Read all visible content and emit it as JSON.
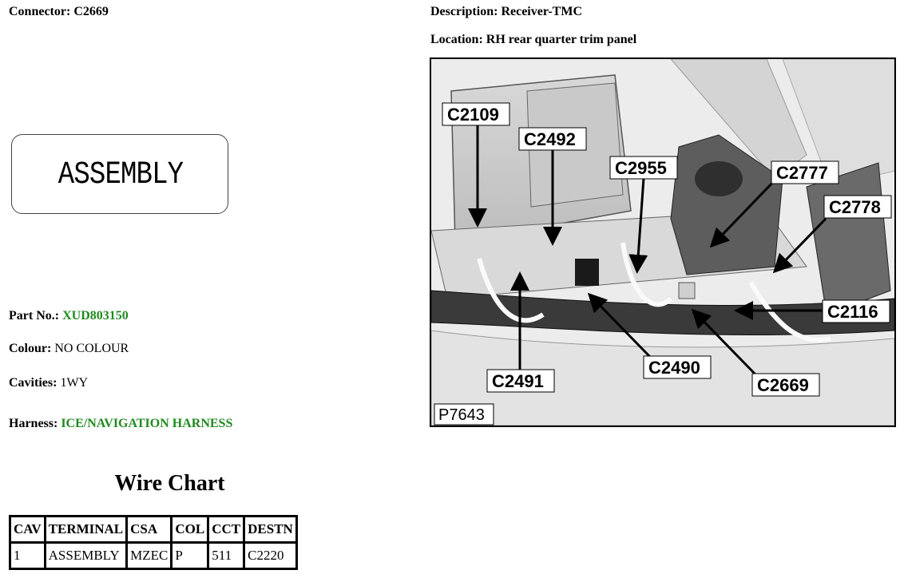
{
  "header": {
    "connector_label": "Connector:",
    "connector_value": "C2669",
    "description_label": "Description:",
    "description_value": "Receiver-TMC",
    "location_label": "Location:",
    "location_value": "RH rear quarter trim panel"
  },
  "assembly_box": {
    "text": "ASSEMBLY"
  },
  "details": {
    "part_label": "Part No.:",
    "part_value": "XUD803150",
    "colour_label": "Colour:",
    "colour_value": "NO COLOUR",
    "cavities_label": "Cavities:",
    "cavities_value": "1WY",
    "harness_label": "Harness:",
    "harness_value": "ICE/NAVIGATION HARNESS"
  },
  "wire_chart": {
    "title": "Wire Chart",
    "headers": [
      "CAV",
      "TERMINAL",
      "CSA",
      "COL",
      "CCT",
      "DESTN"
    ],
    "rows": [
      [
        "1",
        "ASSEMBLY",
        "MZEC",
        "P",
        "511",
        "C2220"
      ]
    ]
  },
  "photo": {
    "figure_id": "P7643",
    "callouts": [
      "C2109",
      "C2492",
      "C2955",
      "C2777",
      "C2778",
      "C2116",
      "C2490",
      "C2669",
      "C2491"
    ]
  },
  "colors": {
    "link_green": "#1f8a1f"
  }
}
